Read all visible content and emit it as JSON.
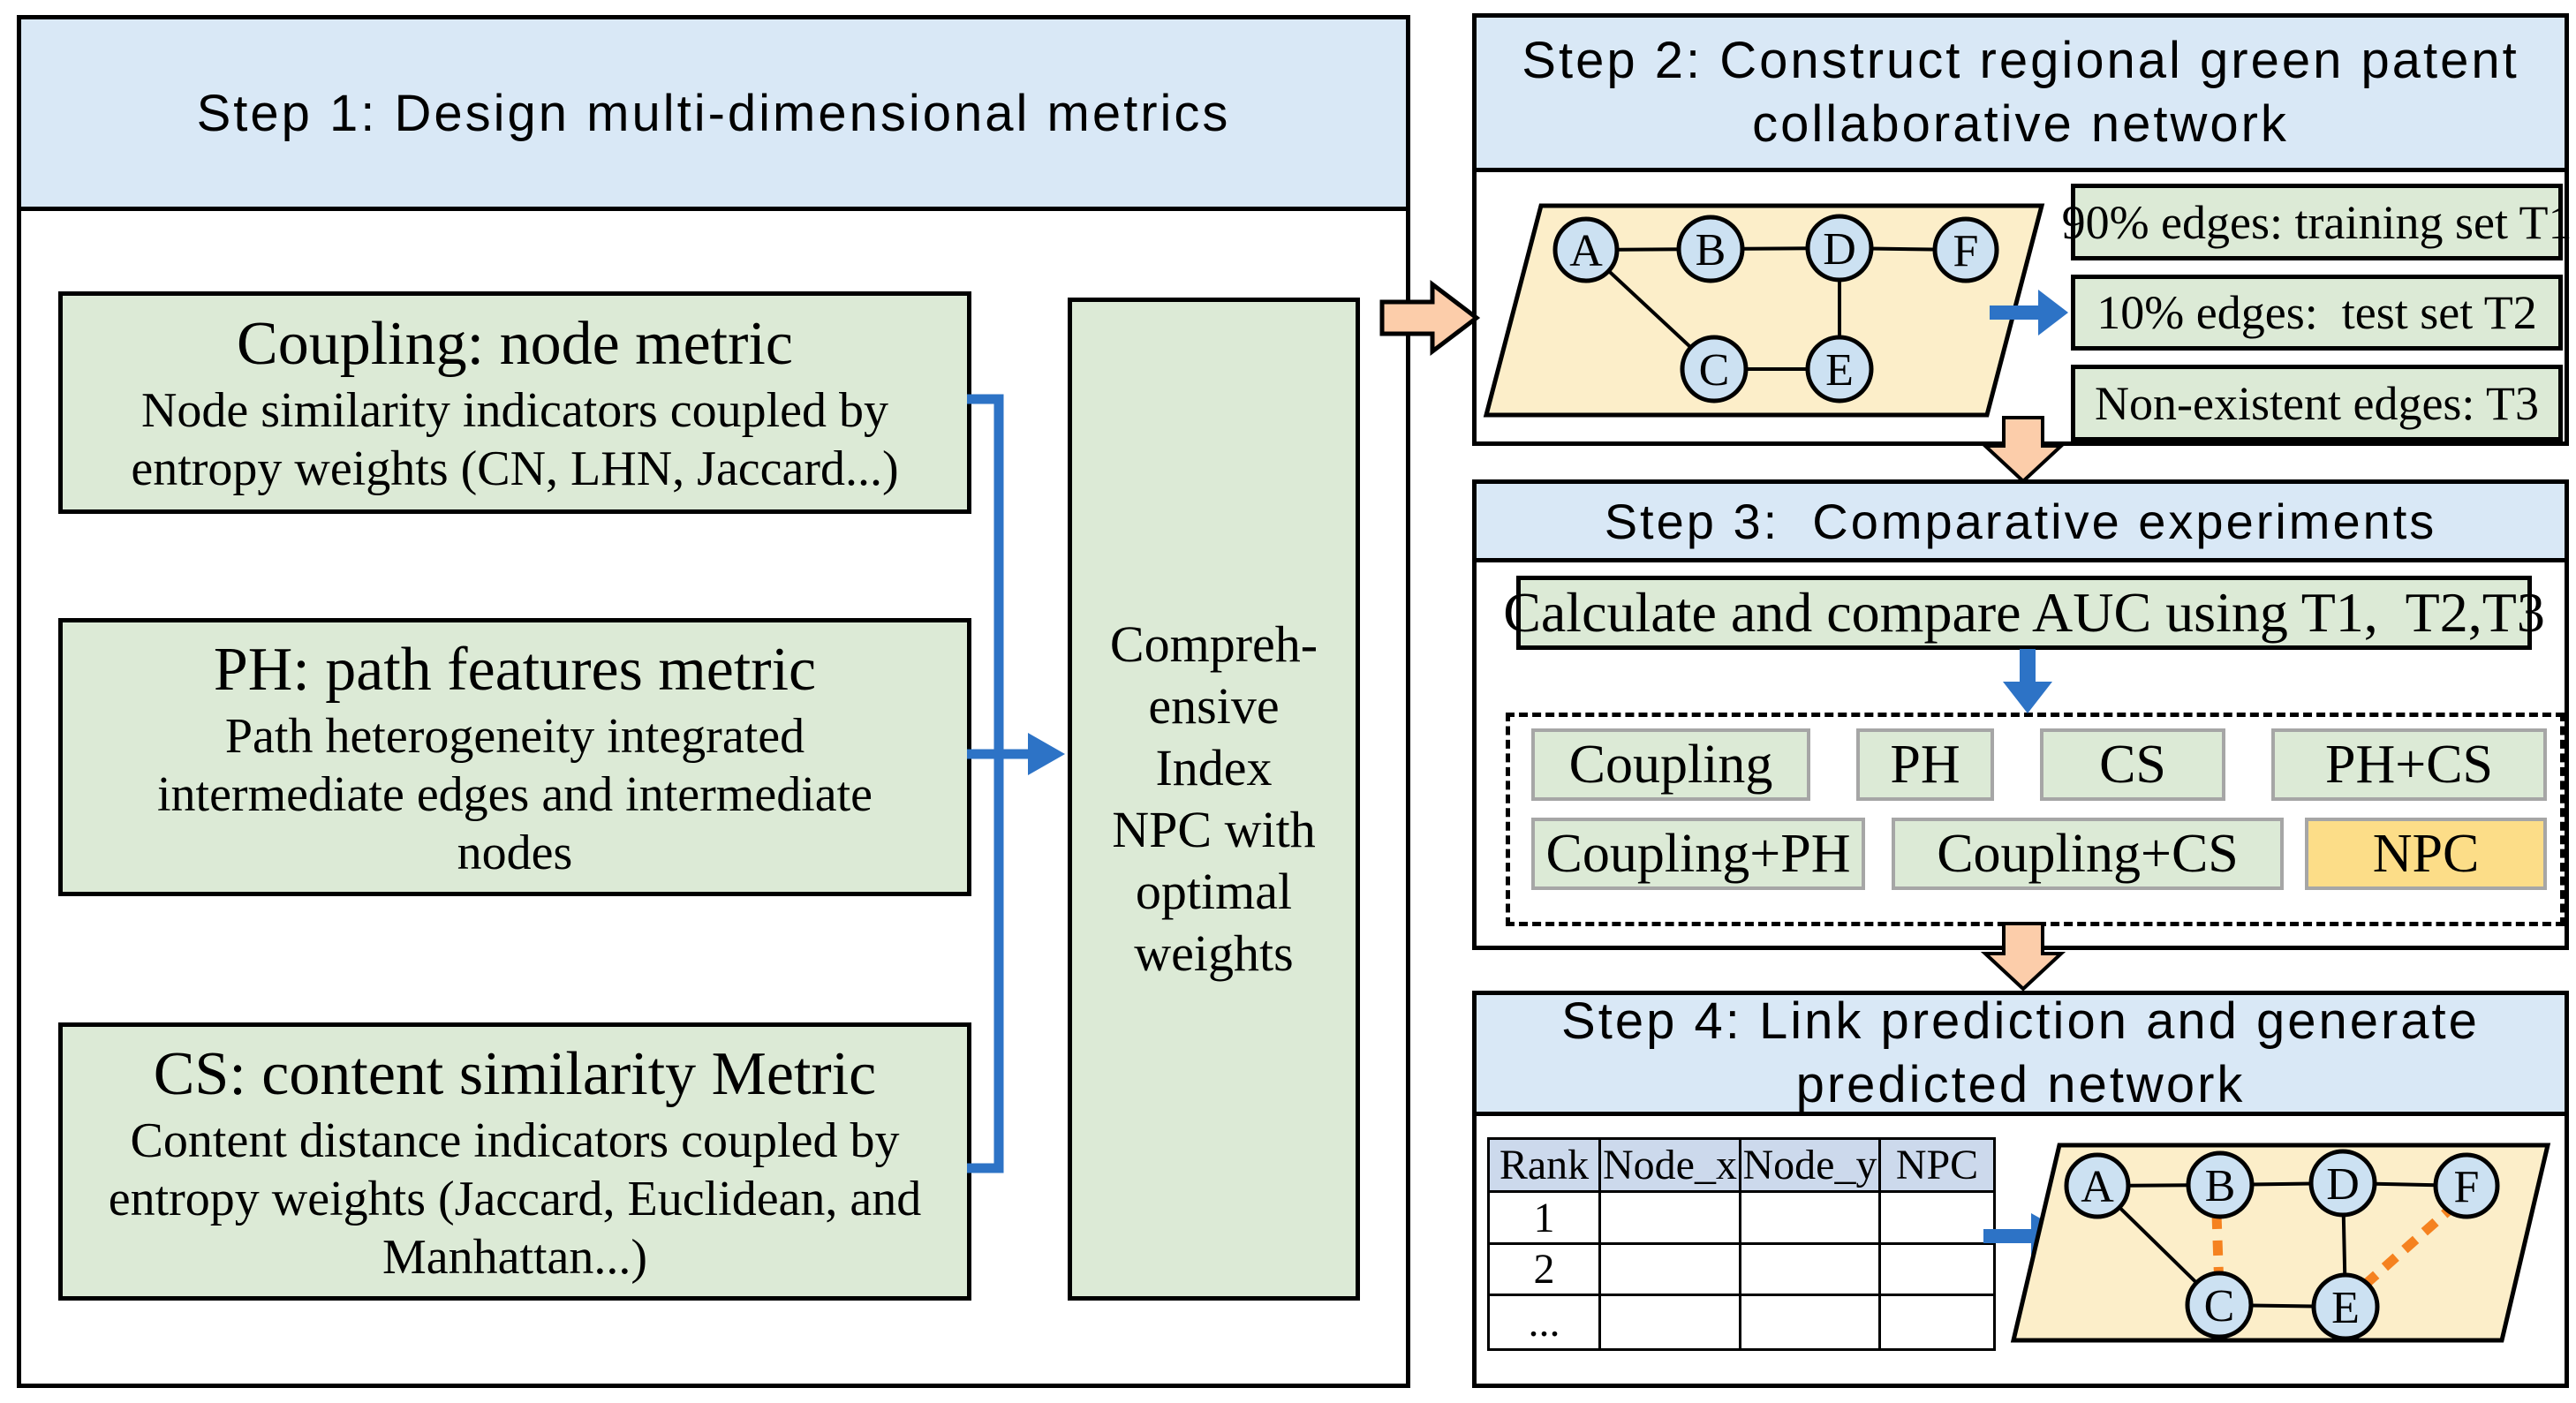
{
  "colors": {
    "header_blue": "#d9e8f6",
    "box_green": "#dcead6",
    "parallelogram_yellow": "#fceec9",
    "npc_yellow": "#fcdd88",
    "node_blue": "#cce1f2",
    "table_header_blue": "#ccd9ec",
    "arrow_peach": "#fccdaa",
    "arrow_blue": "#2d73c6",
    "predicted_edge_orange": "#f58220"
  },
  "step1": {
    "title": "Step 1: Design multi-dimensional metrics",
    "coupling_box": {
      "title": "Coupling: node metric",
      "line1": "Node similarity indicators coupled by",
      "line2": "entropy weights (CN, LHN, Jaccard...)"
    },
    "ph_box": {
      "title": "PH: path features metric",
      "line1": "Path heterogeneity integrated",
      "line2": "intermediate edges and intermediate",
      "line3": "nodes"
    },
    "cs_box": {
      "title": "CS: content similarity Metric",
      "line1": "Content distance indicators coupled by",
      "line2": "entropy weights (Jaccard, Euclidean, and",
      "line3": "Manhattan...)"
    },
    "comprehensive_box": {
      "lines": [
        "Compreh-",
        "ensive",
        "Index",
        "NPC with",
        "optimal",
        "weights"
      ]
    }
  },
  "step2": {
    "title_line1": "Step 2: Construct regional green patent",
    "title_line2": "collaborative network",
    "network": {
      "nodes": [
        {
          "id": "A",
          "label": "A"
        },
        {
          "id": "B",
          "label": "B"
        },
        {
          "id": "D",
          "label": "D"
        },
        {
          "id": "F",
          "label": "F"
        },
        {
          "id": "C",
          "label": "C"
        },
        {
          "id": "E",
          "label": "E"
        }
      ],
      "edges": [
        [
          "A",
          "B"
        ],
        [
          "B",
          "D"
        ],
        [
          "D",
          "F"
        ],
        [
          "A",
          "C"
        ],
        [
          "C",
          "E"
        ],
        [
          "D",
          "E"
        ]
      ]
    },
    "labels": {
      "training": "90% edges: training set T1",
      "test": "10% edges:  test set T2",
      "nonexistent": "Non-existent edges: T3"
    }
  },
  "step3": {
    "title": "Step 3:  Comparative experiments",
    "auc_box": "Calculate and compare AUC using T1,  T2,T3",
    "methods_row1": [
      "Coupling",
      "PH",
      "CS",
      "PH+CS"
    ],
    "methods_row2": [
      "Coupling+PH",
      "Coupling+CS",
      "NPC"
    ]
  },
  "step4": {
    "title_line1": "Step 4: Link prediction and generate",
    "title_line2": "predicted network",
    "table": {
      "headers": [
        "Rank",
        "Node_x",
        "Node_y",
        "NPC"
      ],
      "rows": [
        [
          "1",
          "",
          "",
          ""
        ],
        [
          "2",
          "",
          "",
          ""
        ],
        [
          "...",
          "",
          "",
          ""
        ]
      ]
    },
    "network": {
      "nodes": [
        {
          "id": "A",
          "label": "A"
        },
        {
          "id": "B",
          "label": "B"
        },
        {
          "id": "D",
          "label": "D"
        },
        {
          "id": "F",
          "label": "F"
        },
        {
          "id": "C",
          "label": "C"
        },
        {
          "id": "E",
          "label": "E"
        }
      ],
      "solid_edges": [
        [
          "A",
          "B"
        ],
        [
          "B",
          "D"
        ],
        [
          "D",
          "F"
        ],
        [
          "A",
          "C"
        ],
        [
          "C",
          "E"
        ],
        [
          "D",
          "E"
        ]
      ],
      "predicted_edges": [
        [
          "B",
          "C"
        ],
        [
          "E",
          "F"
        ]
      ]
    }
  }
}
